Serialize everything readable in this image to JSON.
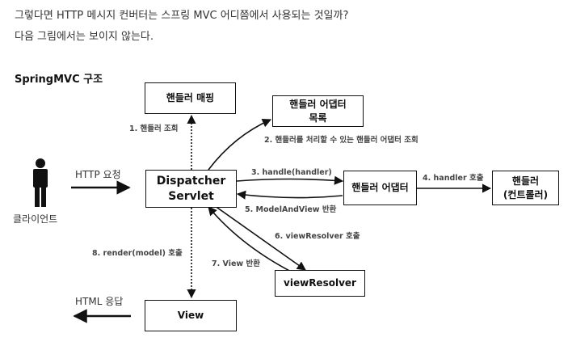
{
  "intro": {
    "line1": "그렇다면 HTTP 메시지 컨버터는 스프링 MVC 어디쯤에서 사용되는 것일까?",
    "line2": "다음 그림에서는 보이지 않는다."
  },
  "section_title": "SpringMVC 구조",
  "diagram": {
    "nodes": {
      "handler_mapping": "핸들러 매핑",
      "handler_adapter_list": "핸들러 어댑터\n목록",
      "dispatcher_servlet": "Dispatcher\nServlet",
      "handler_adapter": "핸들러 어댑터",
      "handler": "핸들러\n(컨트롤러)",
      "view_resolver": "viewResolver",
      "view": "View",
      "client": "클라이언트"
    },
    "edges": {
      "http_request": "HTTP 요청",
      "html_response": "HTML 응답",
      "step1": "1. 핸들러 조회",
      "step2": "2. 핸들러를 처리할 수 있는 핸들러 어댑터 조회",
      "step3": "3. handle(handler)",
      "step4": "4. handler 호출",
      "step5": "5. ModelAndView 반환",
      "step6": "6. viewResolver 호출",
      "step7": "7. View 반환",
      "step8": "8. render(model) 호출"
    }
  }
}
